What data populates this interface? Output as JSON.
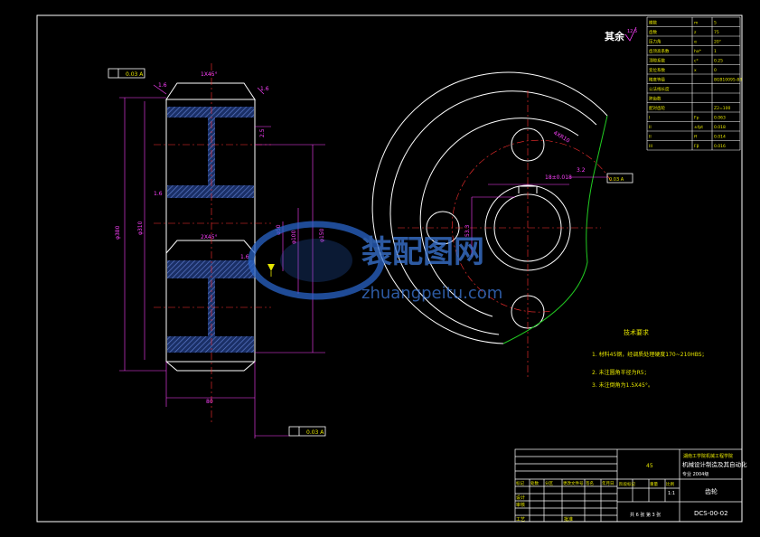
{
  "roughness": {
    "label": "其余",
    "value": "12.5"
  },
  "param_table": {
    "rows": [
      [
        "模数",
        "m",
        "5"
      ],
      [
        "齿数",
        "z",
        "75"
      ],
      [
        "压力角",
        "α",
        "20°"
      ],
      [
        "齿顶高系数",
        "ha*",
        "1"
      ],
      [
        "顶隙系数",
        "c*",
        "0.25"
      ],
      [
        "变位系数",
        "x",
        "0"
      ],
      [
        "精度等级",
        "",
        "8GB10095-88"
      ],
      [
        "公法线长度",
        "",
        ""
      ],
      [
        "跨齿数",
        "",
        ""
      ],
      [
        "配对齿轮",
        "",
        "Z2=100"
      ]
    ],
    "group": [
      [
        "I",
        "Fp",
        "0.063"
      ],
      [
        "II",
        "±fpt",
        "0.018"
      ],
      [
        "II",
        "ff",
        "0.014"
      ],
      [
        "III",
        "Fβ",
        "0.016"
      ]
    ]
  },
  "front_view": {
    "chamfer": "1X45°",
    "tolerance_top": "0.03 A",
    "tolerance_bottom": "0.03 A",
    "keyway_tol": "0.03 A"
  },
  "tech_req": {
    "title": "技术要求",
    "items": [
      "1.  材料45钢，经调质处理硬度170~210HBS；",
      "2.  未注圆角半径为R5；",
      "3.  未注倒角为1.5X45°。"
    ]
  },
  "watermark": {
    "cn": "装配图网",
    "url": "zhuangpeitu.com"
  },
  "title_block": {
    "school_line1": "湖南工学院机械工程学院",
    "school_line2": "机械设计制造及其自动化",
    "school_line3": "专业  2004级",
    "part_name": "齿轮",
    "material": "45",
    "drawing_no": "DCS-00-02",
    "scale": "1:1",
    "sheet": "共 6 张  第 3 张",
    "headers": [
      "标记",
      "处数",
      "分区",
      "更改文件号",
      "签名",
      "年月日"
    ],
    "roles": [
      "设计",
      "审核",
      "工艺"
    ],
    "stage": [
      "阶段标记",
      "重量",
      "比例"
    ],
    "approve": "批准"
  }
}
